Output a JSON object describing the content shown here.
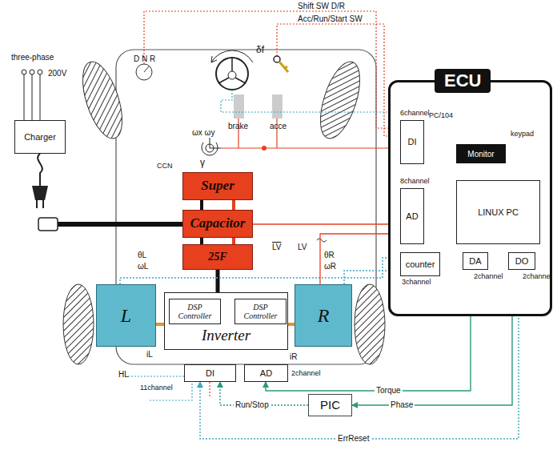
{
  "diagram": {
    "nodes": [
      {
        "text": [
          "Charger"
        ]
      },
      {
        "text": [
          "Super"
        ]
      },
      {
        "text": [
          "Capacitor"
        ]
      },
      {
        "text": [
          "25F"
        ]
      },
      {
        "text": [
          "L"
        ]
      },
      {
        "text": [
          "Inverter"
        ]
      },
      {
        "text": [
          "DSP Controller"
        ],
        "in": 5
      },
      {
        "text": [
          "DSP Controller"
        ],
        "in": 5
      },
      {
        "text": [
          "R"
        ]
      },
      {
        "text": [
          "DI"
        ]
      },
      {
        "text": [
          "AD"
        ]
      },
      {
        "text": [
          "PIC"
        ]
      },
      {
        "text": [
          "ECU"
        ]
      },
      {
        "text": [
          "DI"
        ],
        "in": 12
      },
      {
        "text": [
          "AD"
        ],
        "in": 12
      },
      {
        "text": [
          "counter"
        ],
        "in": 12
      },
      {
        "text": [
          "Monitor"
        ],
        "in": 12
      },
      {
        "text": [
          "LINUX PC"
        ],
        "in": 12
      },
      {
        "text": [
          "DA"
        ],
        "in": 12
      },
      {
        "text": [
          "DO"
        ],
        "in": 12
      }
    ],
    "edges": [
      {
        "from": 3,
        "to": 5,
        "arrow": "none"
      },
      {
        "from": 4,
        "to": 5,
        "arrow": "none"
      },
      {
        "from": 5,
        "to": 8,
        "arrow": "none"
      },
      {
        "from": 6,
        "to": 7,
        "arrow": "both"
      },
      {
        "from": 18,
        "to": 10,
        "arrow": "to",
        "label": "Torque"
      },
      {
        "from": 19,
        "to": 11,
        "arrow": "to",
        "label": "Phase"
      },
      {
        "from": 11,
        "to": 9,
        "arrow": "to",
        "label": "Run/Stop"
      },
      {
        "from": 19,
        "to": 9,
        "arrow": "to",
        "label": "ErrReset"
      },
      {
        "from": 4,
        "to": 15,
        "arrow": "to"
      },
      {
        "from": 8,
        "to": 15,
        "arrow": "to"
      },
      {
        "from": 2,
        "to": 14,
        "arrow": "to"
      },
      {
        "from": 8,
        "to": 14,
        "arrow": "to"
      },
      {
        "from": 13,
        "to": 17,
        "arrow": "none"
      },
      {
        "from": 14,
        "to": 17,
        "arrow": "none"
      },
      {
        "from": 15,
        "to": 17,
        "arrow": "none"
      },
      {
        "from": 17,
        "to": 18,
        "arrow": "to"
      },
      {
        "from": 17,
        "to": 19,
        "arrow": "to"
      },
      {
        "from": 17,
        "to": 16,
        "arrow": "to"
      }
    ],
    "labels": [
      "Shift SW D/R",
      "Acc/Run/Start SW",
      "D N R",
      "δf",
      "three-phase",
      "200V",
      "ωx ωy",
      "γ",
      "brake",
      "acce",
      "CCN",
      "LV",
      "LV",
      "θL",
      "ωL",
      "θR",
      "ωR",
      "iL",
      "iR",
      "HL",
      "11channel",
      "2channel",
      "6channel",
      "PC/104",
      "8channel",
      "3channel",
      "2channel",
      "2channel",
      "keypad"
    ]
  }
}
